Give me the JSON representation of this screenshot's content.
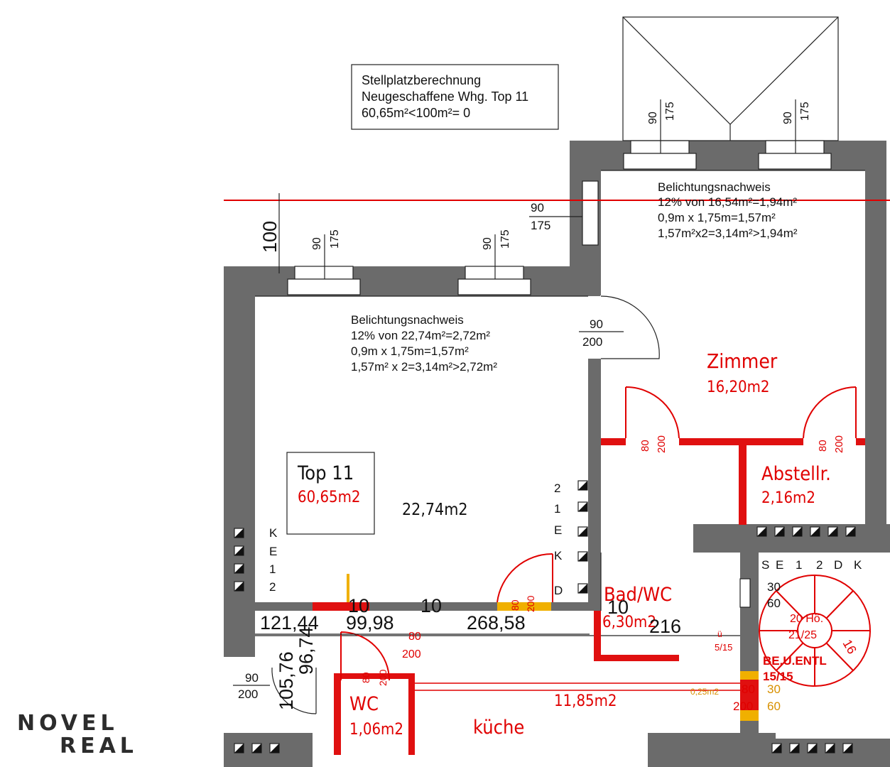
{
  "parking_box": {
    "line1": "Stellplatzberechnung",
    "line2": "Neugeschaffene Whg. Top 11",
    "line3": "60,65m²<100m²= 0"
  },
  "light_proof_right": {
    "title": "Belichtungsnachweis",
    "line1": "12% von 16,54m²=1,94m²",
    "line2": "0,9m x 1,75m=1,57m²",
    "line3": "1,57m²x2=3,14m²>1,94m²"
  },
  "light_proof_left": {
    "title": "Belichtungsnachweis",
    "line1": "12% von 22,74m²=2,72m²",
    "line2": "0,9m x 1,75m=1,57m²",
    "line3": "1,57m² x 2=3,14m²>2,72m²"
  },
  "unit_box": {
    "name": "Top 11",
    "area": "60,65m2"
  },
  "rooms": {
    "zimmer_name": "Zimmer",
    "zimmer_area": "16,20m2",
    "abstell_name": "Abstellr.",
    "abstell_area": "2,16m2",
    "living_area": "22,74m2",
    "bad_name": "Bad/WC",
    "bad_area": "6,30m2",
    "wc_name": "WC",
    "wc_area": "1,06m2",
    "kitchen_area": "11,85m2",
    "kitchen_name": "küche"
  },
  "dimensions": {
    "d100": "100",
    "w90": "90",
    "w175": "175",
    "w200": "200",
    "w80": "80",
    "d10a": "10",
    "d10b": "10",
    "d10c": "10",
    "d121": "121,44",
    "d99": "99,98",
    "d268": "268,58",
    "d216": "216",
    "d105": "105,76",
    "d96": "96,74",
    "w30": "30",
    "w60": "60"
  },
  "shaft_labels": {
    "left_col": [
      "K",
      "E",
      "1",
      "2"
    ],
    "mid_col": [
      "2",
      "1",
      "E",
      "K",
      "D"
    ],
    "right_row": [
      "S",
      "E",
      "1",
      "2",
      "D",
      "K"
    ]
  },
  "stair": {
    "height": "20 Hö.",
    "ratio": "21/25",
    "ue": "ü",
    "ue_ratio": "5/15",
    "beent_label": "BE.U.ENTL",
    "beent_ratio": "15/15",
    "small_dim": "0,25m2",
    "step_mark": "16"
  },
  "logo": {
    "line1": "NOVEL",
    "line2": "REAL"
  }
}
